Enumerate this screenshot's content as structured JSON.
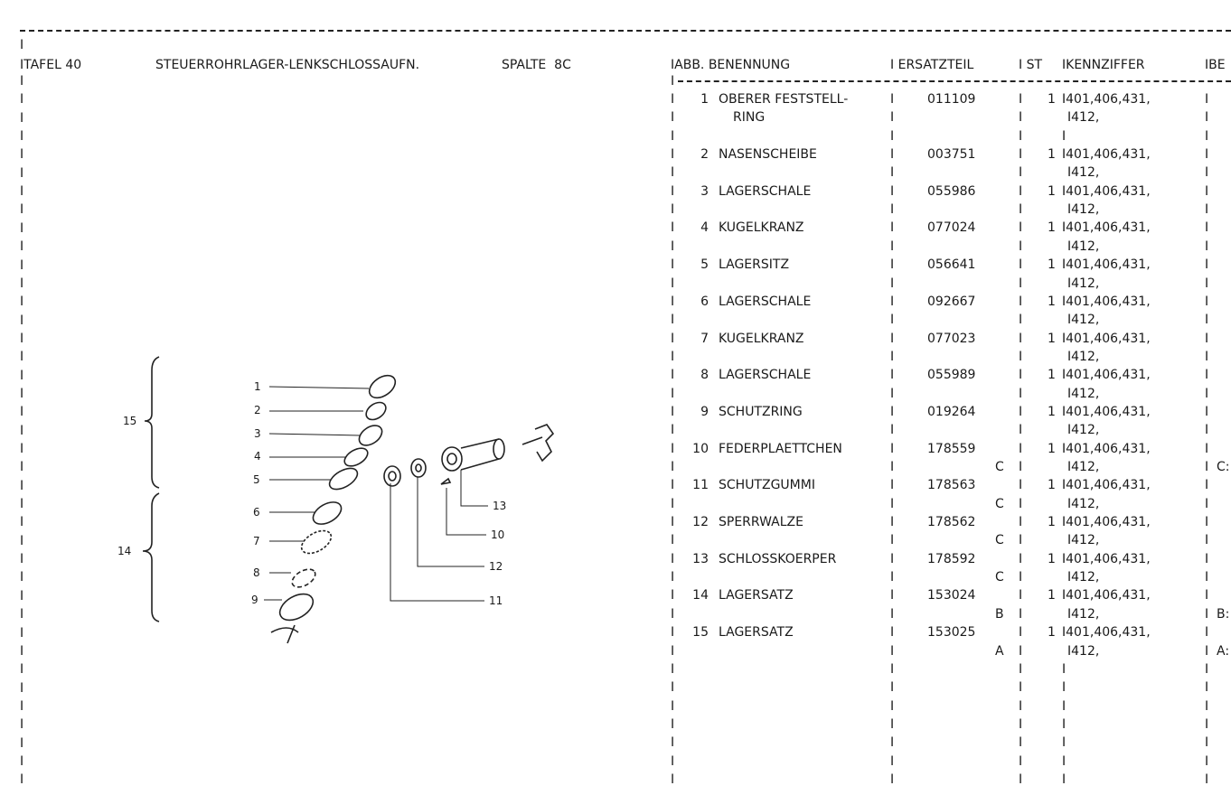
{
  "header": {
    "tafel": "TAFEL 40",
    "title": "STEUERROHRLAGER-LENKSCHLOSSAUFN.",
    "spalte": "SPALTE  8C"
  },
  "separator": "I",
  "columns": {
    "abb_benennung": "ABB. BENENNUNG",
    "ersatzteil": "ERSATZTEIL",
    "st": "ST",
    "kennziffer": "KENNZIFFER",
    "be": "BE"
  },
  "rows": [
    {
      "no": "1",
      "name": [
        "OBERER FESTSTELL-",
        "RING"
      ],
      "part": "011109",
      "st": "1",
      "kz": [
        "401,406,431,",
        "412,"
      ],
      "flag": "",
      "note": ""
    },
    {
      "no": "2",
      "name": [
        "NASENSCHEIBE"
      ],
      "part": "003751",
      "st": "1",
      "kz": [
        "401,406,431,",
        "412,"
      ],
      "flag": "",
      "note": ""
    },
    {
      "no": "3",
      "name": [
        "LAGERSCHALE"
      ],
      "part": "055986",
      "st": "1",
      "kz": [
        "401,406,431,",
        "412,"
      ],
      "flag": "",
      "note": ""
    },
    {
      "no": "4",
      "name": [
        "KUGELKRANZ"
      ],
      "part": "077024",
      "st": "1",
      "kz": [
        "401,406,431,",
        "412,"
      ],
      "flag": "",
      "note": ""
    },
    {
      "no": "5",
      "name": [
        "LAGERSITZ"
      ],
      "part": "056641",
      "st": "1",
      "kz": [
        "401,406,431,",
        "412,"
      ],
      "flag": "",
      "note": ""
    },
    {
      "no": "6",
      "name": [
        "LAGERSCHALE"
      ],
      "part": "092667",
      "st": "1",
      "kz": [
        "401,406,431,",
        "412,"
      ],
      "flag": "",
      "note": ""
    },
    {
      "no": "7",
      "name": [
        "KUGELKRANZ"
      ],
      "part": "077023",
      "st": "1",
      "kz": [
        "401,406,431,",
        "412,"
      ],
      "flag": "",
      "note": ""
    },
    {
      "no": "8",
      "name": [
        "LAGERSCHALE"
      ],
      "part": "055989",
      "st": "1",
      "kz": [
        "401,406,431,",
        "412,"
      ],
      "flag": "",
      "note": ""
    },
    {
      "no": "9",
      "name": [
        "SCHUTZRING"
      ],
      "part": "019264",
      "st": "1",
      "kz": [
        "401,406,431,",
        "412,"
      ],
      "flag": "",
      "note": ""
    },
    {
      "no": "10",
      "name": [
        "FEDERPLAETTCHEN"
      ],
      "part": "178559",
      "st": "1",
      "kz": [
        "401,406,431,",
        "412,"
      ],
      "flag": "C",
      "note": "C:"
    },
    {
      "no": "11",
      "name": [
        "SCHUTZGUMMI"
      ],
      "part": "178563",
      "st": "1",
      "kz": [
        "401,406,431,",
        "412,"
      ],
      "flag": "C",
      "note": ""
    },
    {
      "no": "12",
      "name": [
        "SPERRWALZE"
      ],
      "part": "178562",
      "st": "1",
      "kz": [
        "401,406,431,",
        "412,"
      ],
      "flag": "C",
      "note": ""
    },
    {
      "no": "13",
      "name": [
        "SCHLOSSKOERPER"
      ],
      "part": "178592",
      "st": "1",
      "kz": [
        "401,406,431,",
        "412,"
      ],
      "flag": "C",
      "note": ""
    },
    {
      "no": "14",
      "name": [
        "LAGERSATZ"
      ],
      "part": "153024",
      "st": "1",
      "kz": [
        "401,406,431,",
        "412,"
      ],
      "flag": "B",
      "note": "B:"
    },
    {
      "no": "15",
      "name": [
        "LAGERSATZ"
      ],
      "part": "153025",
      "st": "1",
      "kz": [
        "401,406,431,",
        "412,"
      ],
      "flag": "A",
      "note": "A:"
    }
  ],
  "diagram": {
    "left_callouts": [
      "1",
      "2",
      "3",
      "4",
      "5",
      "6",
      "7",
      "8",
      "9"
    ],
    "right_callouts": [
      "13",
      "10",
      "12",
      "11"
    ],
    "group_labels": [
      "15",
      "14"
    ]
  }
}
